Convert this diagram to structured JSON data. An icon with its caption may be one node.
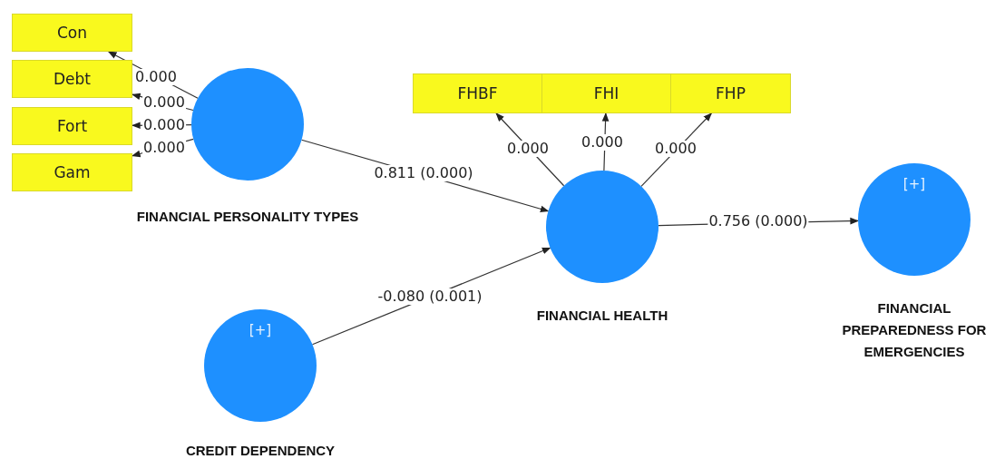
{
  "diagram": {
    "nodes": [
      {
        "text": [
          "Con"
        ]
      },
      {
        "text": [
          "Debt"
        ]
      },
      {
        "text": [
          "Fort"
        ]
      },
      {
        "text": [
          "Gam"
        ]
      },
      {
        "text": [
          "FINANCIAL PERSONALITY TYPES"
        ]
      },
      {
        "text": [
          "FHBF"
        ]
      },
      {
        "text": [
          "FHI"
        ]
      },
      {
        "text": [
          "FHP"
        ]
      },
      {
        "text": [
          "FINANCIAL HEALTH"
        ]
      },
      {
        "text": [
          "[+]",
          "FINANCIAL PREPAREDNESS FOR EMERGENCIES"
        ]
      },
      {
        "text": [
          "[+]",
          "CREDIT DEPENDENCY"
        ]
      }
    ],
    "edges": [
      {
        "from": 4,
        "to": 0,
        "arrow": "to",
        "label": "0.000"
      },
      {
        "from": 4,
        "to": 1,
        "arrow": "to",
        "label": "0.000"
      },
      {
        "from": 4,
        "to": 2,
        "arrow": "to",
        "label": "0.000"
      },
      {
        "from": 4,
        "to": 3,
        "arrow": "to",
        "label": "0.000"
      },
      {
        "from": 8,
        "to": 5,
        "arrow": "to",
        "label": "0.000"
      },
      {
        "from": 8,
        "to": 6,
        "arrow": "to",
        "label": "0.000"
      },
      {
        "from": 8,
        "to": 7,
        "arrow": "to",
        "label": "0.000"
      },
      {
        "from": 4,
        "to": 8,
        "arrow": "to",
        "label": "0.811 (0.000)"
      },
      {
        "from": 10,
        "to": 8,
        "arrow": "to",
        "label": "-0.080 (0.001)"
      },
      {
        "from": 8,
        "to": 9,
        "arrow": "to",
        "label": "0.756 (0.000)"
      }
    ]
  }
}
